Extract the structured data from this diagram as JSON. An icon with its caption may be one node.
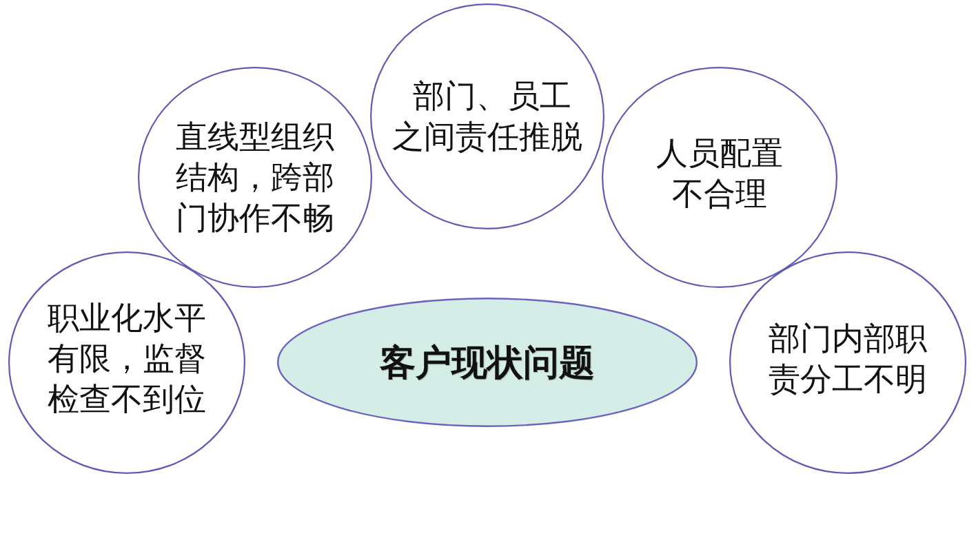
{
  "diagram": {
    "nodes": [
      {
        "text": [
          "部门、员工之间责任推脱"
        ]
      },
      {
        "text": [
          "直线型组织结构，跨部门协作不畅"
        ]
      },
      {
        "text": [
          "人员配置不合理"
        ]
      },
      {
        "text": [
          "职业化水平有限，监督检查不到位"
        ]
      },
      {
        "text": [
          "客户现状问题"
        ]
      },
      {
        "text": [
          "部门内部职责分工不明"
        ]
      }
    ]
  }
}
